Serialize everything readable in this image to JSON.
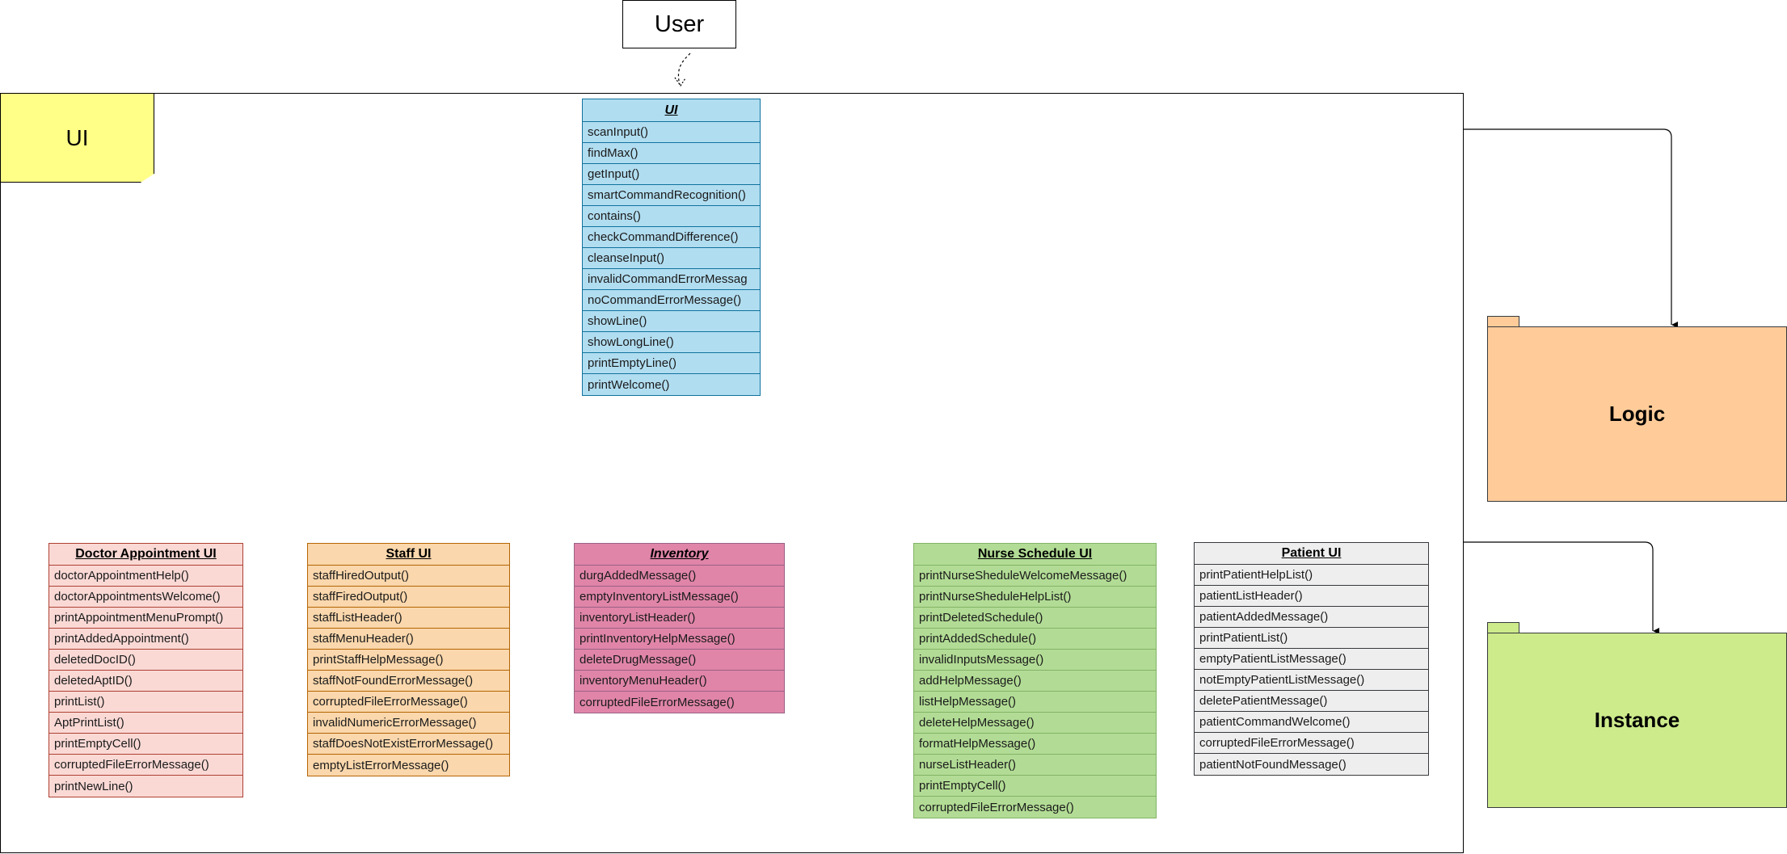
{
  "user": {
    "label": "User"
  },
  "ui_frame": {
    "label": "UI"
  },
  "packages": {
    "logic": {
      "label": "Logic",
      "color": "#ffcc99",
      "border": "#36393d"
    },
    "instance": {
      "label": "Instance",
      "color": "#cdeb8b",
      "border": "#36393d"
    }
  },
  "classes": {
    "ui": {
      "title": "UI",
      "italic": true,
      "fill": "#b1ddf0",
      "border": "#10739e",
      "methods": [
        "scanInput()",
        "findMax()",
        "getInput()",
        "smartCommandRecognition()",
        "contains()",
        "checkCommandDifference()",
        "cleanseInput()",
        "invalidCommandErrorMessag",
        "noCommandErrorMessage()",
        "showLine()",
        "showLongLine()",
        "printEmptyLine()",
        "printWelcome()"
      ]
    },
    "doctor": {
      "title": "Doctor Appointment UI",
      "italic": false,
      "fill": "#fad9d5",
      "border": "#ae4132",
      "methods": [
        "doctorAppointmentHelp()",
        "doctorAppointmentsWelcome()",
        "printAppointmentMenuPrompt()",
        "printAddedAppointment()",
        "deletedDocID()",
        "deletedAptID()",
        "printList()",
        "AptPrintList()",
        "printEmptyCell()",
        "corruptedFileErrorMessage()",
        "printNewLine()"
      ]
    },
    "staff": {
      "title": "Staff UI",
      "italic": false,
      "fill": "#fad7ac",
      "border": "#b46504",
      "methods": [
        "staffHiredOutput()",
        "staffFiredOutput()",
        "staffListHeader()",
        "staffMenuHeader()",
        "printStaffHelpMessage()",
        "staffNotFoundErrorMessage()",
        "corruptedFileErrorMessage()",
        "invalidNumericErrorMessage()",
        "staffDoesNotExistErrorMessage()",
        "emptyListErrorMessage()"
      ]
    },
    "inventory": {
      "title": "Inventory",
      "italic": true,
      "fill": "#e085a8",
      "border": "#996185",
      "methods": [
        "durgAddedMessage()",
        "emptyInventoryListMessage()",
        "inventoryListHeader()",
        "printInventoryHelpMessage()",
        "deleteDrugMessage()",
        "inventoryMenuHeader()",
        "corruptedFileErrorMessage()"
      ]
    },
    "nurse": {
      "title": "Nurse Schedule UI",
      "italic": false,
      "fill": "#b2dc95",
      "border": "#82b366",
      "methods": [
        "printNurseSheduleWelcomeMessage()",
        "printNurseSheduleHelpList()",
        "printDeletedSchedule()",
        "printAddedSchedule()",
        "invalidInputsMessage()",
        "addHelpMessage()",
        "listHelpMessage()",
        "deleteHelpMessage()",
        "formatHelpMessage()",
        "nurseListHeader()",
        "printEmptyCell()",
        "corruptedFileErrorMessage()"
      ]
    },
    "patient": {
      "title": "Patient UI",
      "italic": false,
      "fill": "#eeeeee",
      "border": "#36393d",
      "methods": [
        "printPatientHelpList()",
        "patientListHeader()",
        "patientAddedMessage()",
        "printPatientList()",
        "emptyPatientListMessage()",
        "notEmptyPatientListMessage()",
        "deletePatientMessage()",
        "patientCommandWelcome()",
        "corruptedFileErrorMessage()",
        "patientNotFoundMessage()"
      ]
    }
  }
}
